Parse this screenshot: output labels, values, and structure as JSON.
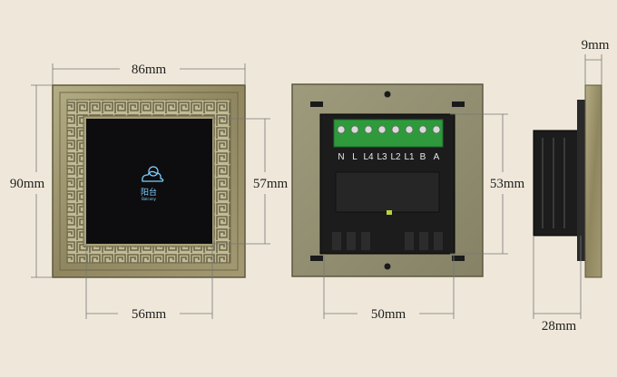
{
  "dimensions": {
    "front_width": "86mm",
    "front_height": "90mm",
    "glass_height": "57mm",
    "glass_width": "56mm",
    "back_module_width": "50mm",
    "back_module_height": "53mm",
    "depth_total": "9mm",
    "side_depth": "28mm"
  },
  "terminals": [
    "N",
    "L",
    "L4",
    "L3",
    "L2",
    "L1",
    "B",
    "A"
  ],
  "icon": {
    "name": "cloud-sun-icon",
    "label": "阳台",
    "sublabel": "Balcony"
  },
  "colors": {
    "background": "#efe8da",
    "frame_bronze": "#9a9168",
    "glass": "#0d0d0f",
    "terminal_green": "#2e9a3c",
    "icon_blue": "#7fd0ff"
  }
}
